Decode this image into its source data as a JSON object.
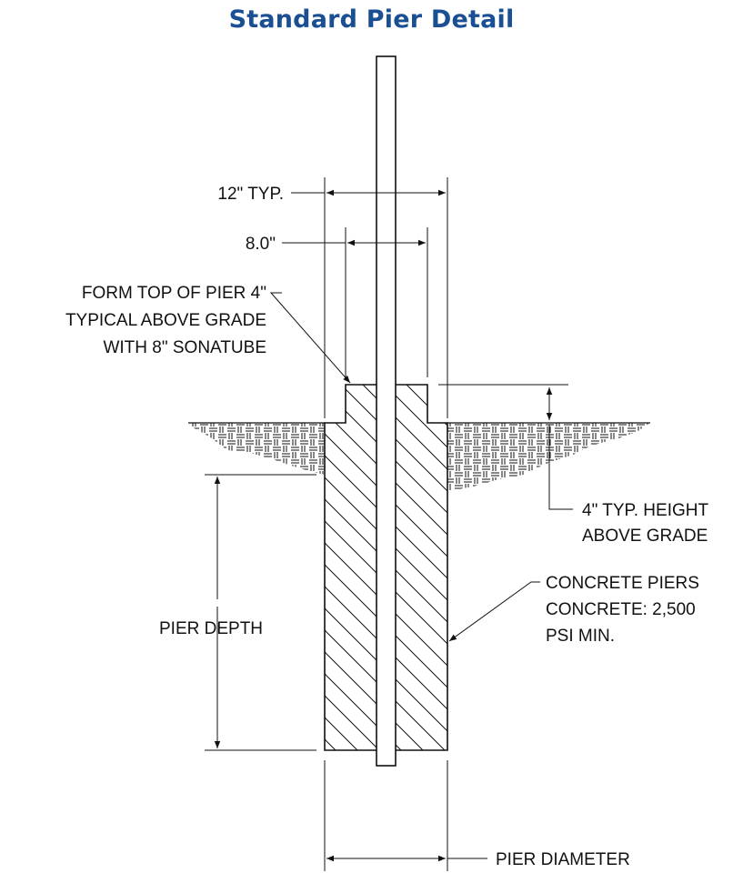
{
  "title": "Standard Pier Detail",
  "colors": {
    "title": "#1a4f93",
    "linework": "#111111"
  },
  "labels": {
    "typ_width": "12\" TYP.",
    "tube_width": "8.0\"",
    "form_note": {
      "line1": "FORM TOP OF PIER 4\"",
      "line2": "TYPICAL ABOVE GRADE",
      "line3": "WITH 8\" SONATUBE"
    },
    "height_note": {
      "line1": "4\" TYP. HEIGHT",
      "line2": "ABOVE GRADE"
    },
    "concrete_note": {
      "line1": "CONCRETE PIERS",
      "line2": "CONCRETE: 2,500",
      "line3": "PSI MIN."
    },
    "pier_depth": "PIER DEPTH",
    "pier_diameter": "PIER DIAMETER"
  }
}
